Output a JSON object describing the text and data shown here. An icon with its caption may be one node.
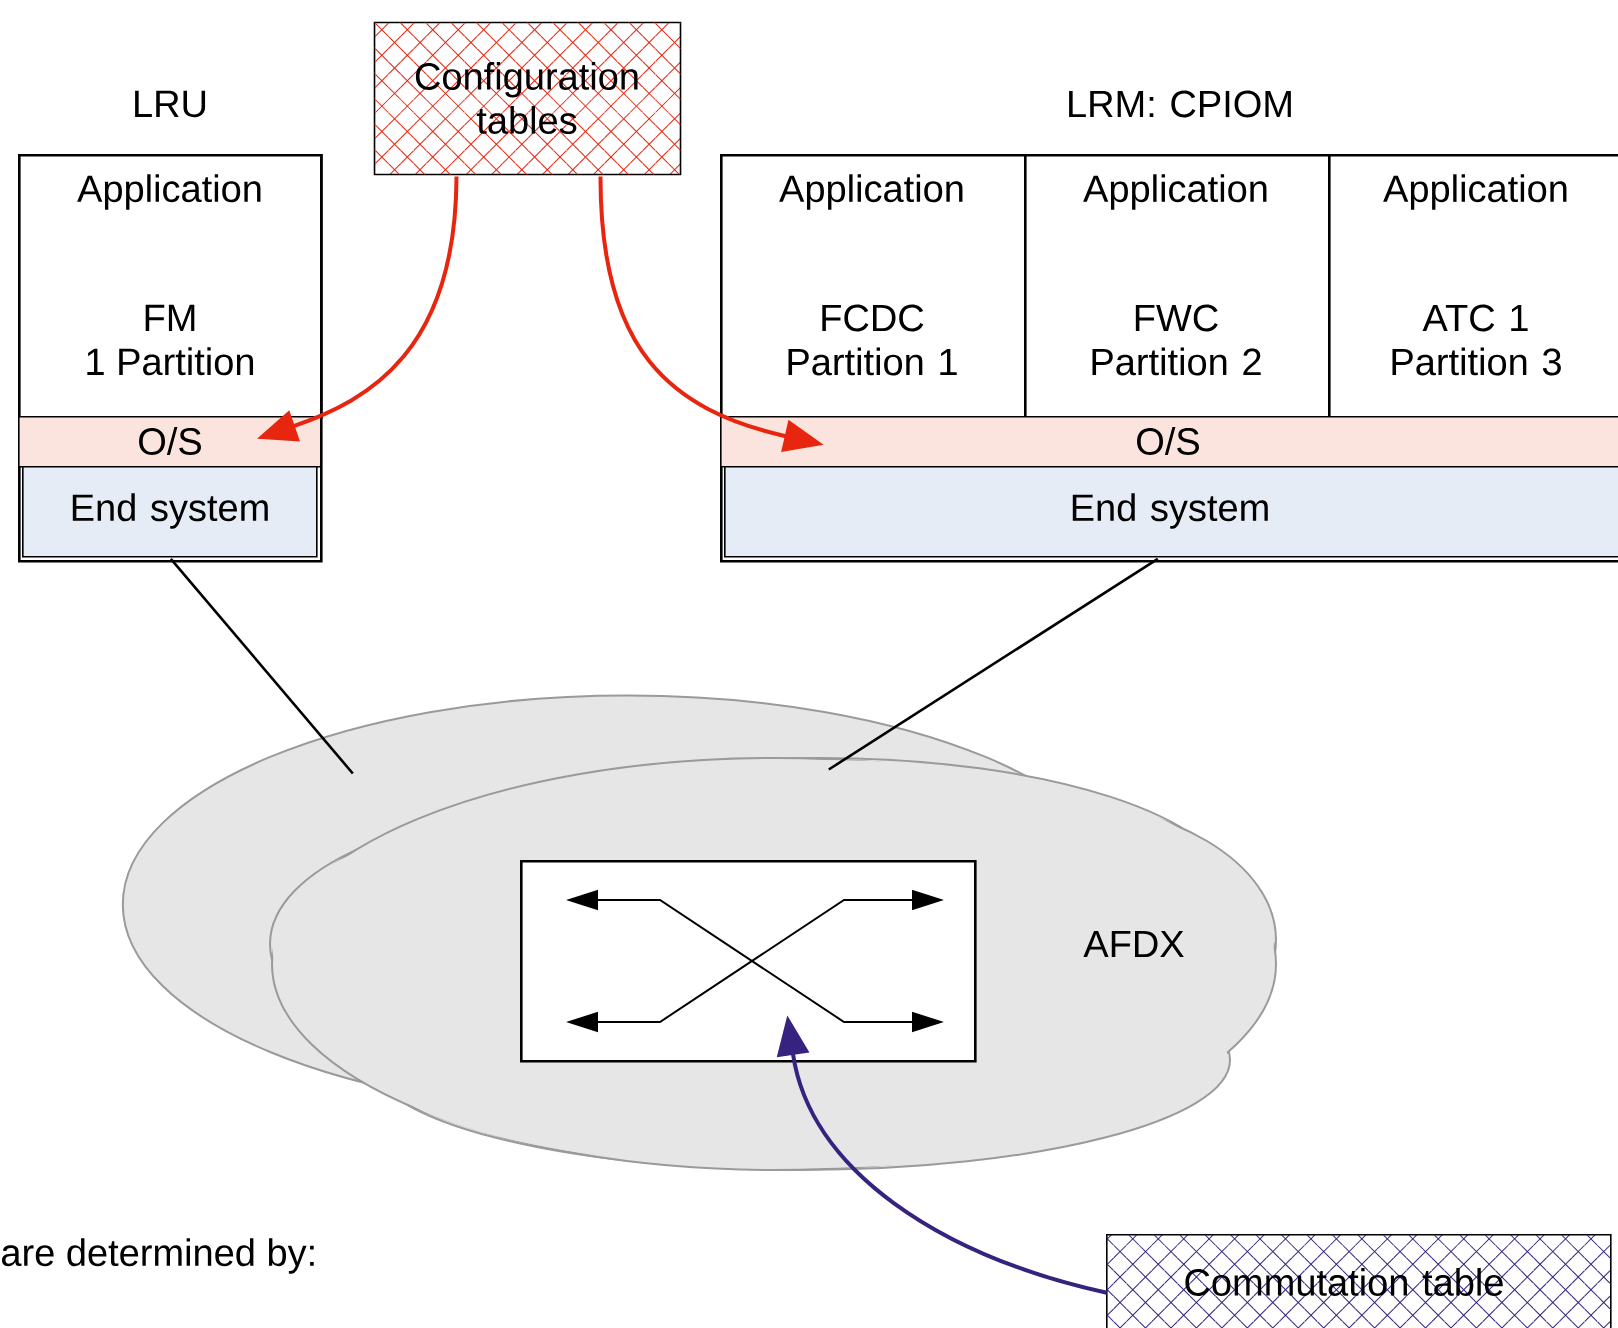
{
  "diagram": {
    "nodes": [
      {
        "text": [
          "LRU"
        ]
      },
      {
        "text": [
          "Application",
          "FM 1 Partition"
        ],
        "in": 0
      },
      {
        "text": [
          "O/S"
        ],
        "in": 0
      },
      {
        "text": [
          "End system"
        ],
        "in": 0
      },
      {
        "text": [
          "Configuration tables"
        ]
      },
      {
        "text": [
          "LRM: CPIOM"
        ]
      },
      {
        "text": [
          "Application",
          "FCDC Partition 1"
        ],
        "in": 5
      },
      {
        "text": [
          "Application",
          "FWC Partition 2"
        ],
        "in": 5
      },
      {
        "text": [
          "Application",
          "ATC 1 Partition 3"
        ],
        "in": 5
      },
      {
        "text": [
          "O/S"
        ],
        "in": 5
      },
      {
        "text": [
          "End system"
        ],
        "in": 5
      },
      {
        "text": [
          "AFDX"
        ]
      },
      {
        "text": [],
        "shape": "box",
        "in": 11
      },
      {
        "text": [
          "Commutation table"
        ]
      }
    ],
    "edges": [
      {
        "from": 4,
        "to": 2,
        "arrow": "to",
        "color": "#e8250f"
      },
      {
        "from": 4,
        "to": 9,
        "arrow": "to",
        "color": "#e8250f"
      },
      {
        "from": 3,
        "to": 11,
        "arrow": "none",
        "color": "#000000"
      },
      {
        "from": 10,
        "to": 11,
        "arrow": "none",
        "color": "#000000"
      },
      {
        "from": 13,
        "to": 12,
        "arrow": "to",
        "color": "#35237f"
      }
    ],
    "labels": [
      "are determined by:"
    ]
  }
}
